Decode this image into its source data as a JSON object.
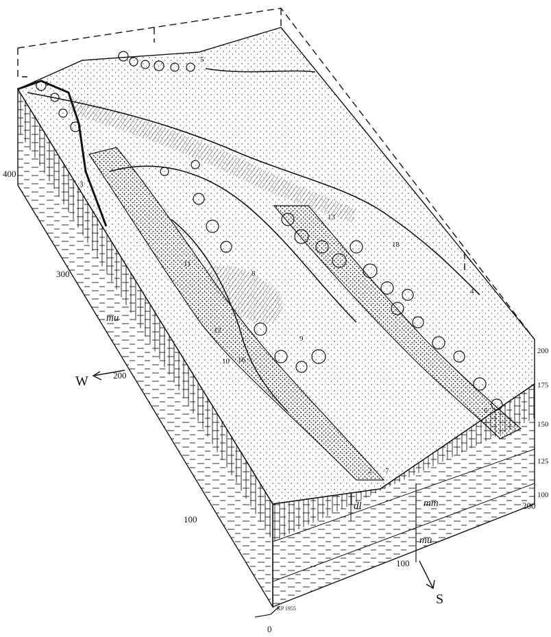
{
  "labels": {
    "dir_west": "W",
    "dir_south": "S",
    "axis_left": [
      "400",
      "300",
      "200",
      "100"
    ],
    "axis_front": [
      "0",
      "100",
      "200"
    ],
    "axis_right": [
      "200",
      "175",
      "150",
      "125",
      "100"
    ],
    "numbers": [
      "1",
      "2",
      "3",
      "4",
      "5",
      "6",
      "7",
      "8",
      "9",
      "10",
      "11",
      "12",
      "13",
      "16",
      "18"
    ],
    "geology": {
      "dl": "dl",
      "mm": "mm",
      "mu": "mu"
    },
    "signature": "KP 1955"
  },
  "colors": {
    "ink": "#111111",
    "paper": "#ffffff"
  }
}
